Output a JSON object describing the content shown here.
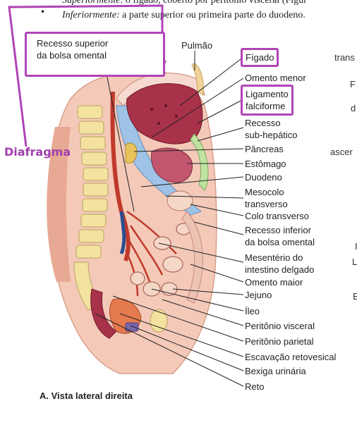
{
  "document": {
    "line1_italic": "Superiormente",
    "line1_rest": ": o fígado, coberto por peritônio visceral (Figur",
    "line2_italic": "Inferiormente:",
    "line2_rest": " a parte superior ou primeira parte do duodeno."
  },
  "side_text": [
    "trans",
    "F",
    "d",
    "ascer",
    "I",
    "L",
    "E"
  ],
  "callouts": {
    "recesso_superior": "Recesso superior\nda bolsa omental",
    "pulmao": "Pulmão",
    "diafragma": "Diafragma"
  },
  "labels": [
    "Fígado",
    "Omento menor",
    "Ligamento\nfalciforme",
    "Recesso\nsub-hepático",
    "Pâncreas",
    "Estômago",
    "Duodeno",
    "Mesocolo\ntransverso",
    "Colo transverso",
    "Recesso inferior\nda bolsa omental",
    "Mesentério do\nintestino delgado",
    "Omento maior",
    "Jejuno",
    "Íleo",
    "Peritônio visceral",
    "Peritônio parietal",
    "Escavação retovesical",
    "Bexiga urinária",
    "Reto"
  ],
  "caption": "A. Vista lateral direita",
  "colors": {
    "highlight": "#b044b6",
    "liver": "#a8324a",
    "omental_bursa": "#9fc3e6",
    "skin": "#f4c9b8",
    "vertebra": "#f3e2a0",
    "aorta": "#c0392b",
    "peritoneum_green": "#bfe3a0"
  }
}
